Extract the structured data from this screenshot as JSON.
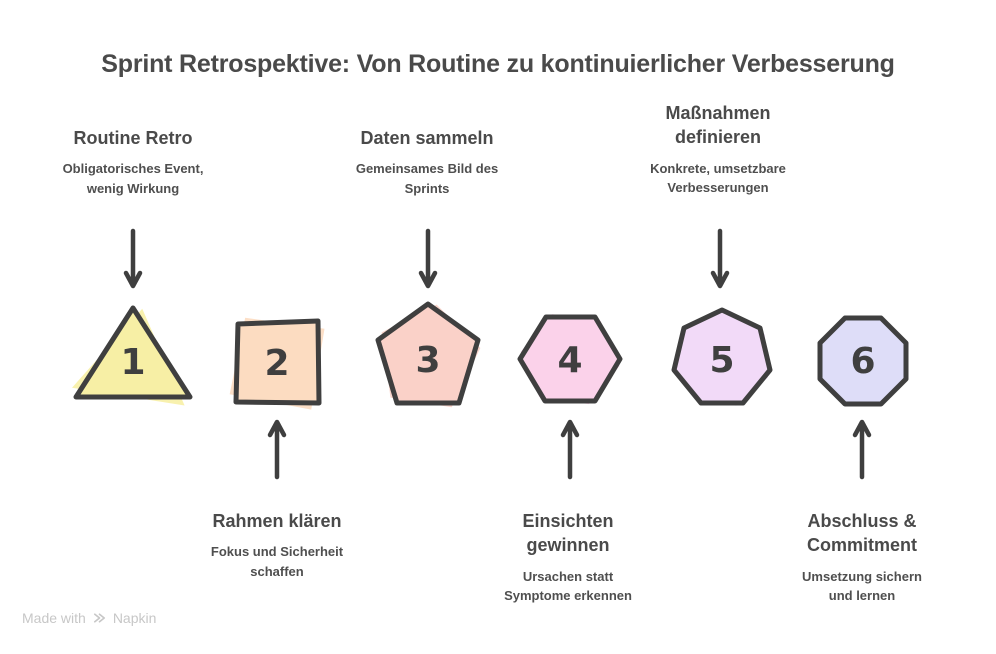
{
  "title": "Sprint Retrospektive: Von Routine zu kontinuierlicher Verbesserung",
  "steps": [
    {
      "number": "1",
      "shape": "triangle",
      "color": "#f7efa5",
      "label_position": "top",
      "label_lines": [
        "Routine Retro"
      ],
      "desc_lines": [
        "Obligatorisches Event,",
        "wenig Wirkung"
      ]
    },
    {
      "number": "2",
      "shape": "square",
      "color": "#fcdcc1",
      "label_position": "bottom",
      "label_lines": [
        "Rahmen klären"
      ],
      "desc_lines": [
        "Fokus und Sicherheit",
        "schaffen"
      ]
    },
    {
      "number": "3",
      "shape": "pentagon",
      "color": "#fad1c8",
      "label_position": "top",
      "label_lines": [
        "Daten sammeln"
      ],
      "desc_lines": [
        "Gemeinsames Bild des",
        "Sprints"
      ]
    },
    {
      "number": "4",
      "shape": "hexagon",
      "color": "#fbd2ea",
      "label_position": "bottom",
      "label_lines": [
        "Einsichten",
        "gewinnen"
      ],
      "desc_lines": [
        "Ursachen statt",
        "Symptome erkennen"
      ]
    },
    {
      "number": "5",
      "shape": "heptagon",
      "color": "#f2daf8",
      "label_position": "top",
      "label_lines": [
        "Maßnahmen",
        "definieren"
      ],
      "desc_lines": [
        "Konkrete, umsetzbare",
        "Verbesserungen"
      ]
    },
    {
      "number": "6",
      "shape": "octagon",
      "color": "#deddf8",
      "label_position": "bottom",
      "label_lines": [
        "Abschluss &",
        "Commitment"
      ],
      "desc_lines": [
        "Umsetzung sichern",
        "und lernen"
      ]
    }
  ],
  "colors": {
    "outline": "#3f3f3f",
    "heading_text": "#4a4a4a",
    "description_text": "#4f4f4f",
    "number_text": "#3f3f3f",
    "footer_text": "#c7c7c7",
    "background": "#ffffff"
  },
  "footer": {
    "made_with": "Made with",
    "brand": "Napkin"
  }
}
